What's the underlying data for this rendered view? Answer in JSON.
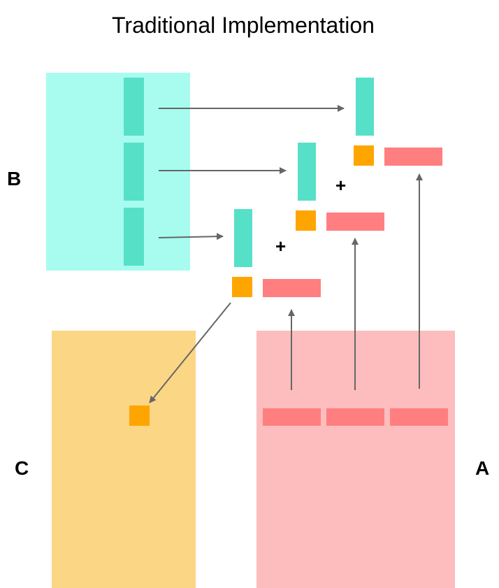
{
  "title": "Traditional Implementation",
  "labels": {
    "a": "A",
    "b": "B",
    "c": "C"
  },
  "plus_sign": "+",
  "colors": {
    "matrix_b": "#a8fcef",
    "vector_b": "#56e0c8",
    "matrix_a": "#fdbdbe",
    "vector_a": "#ff7f80",
    "matrix_c": "#fbd685",
    "element_c": "#ffa500",
    "arrow": "#666666"
  }
}
